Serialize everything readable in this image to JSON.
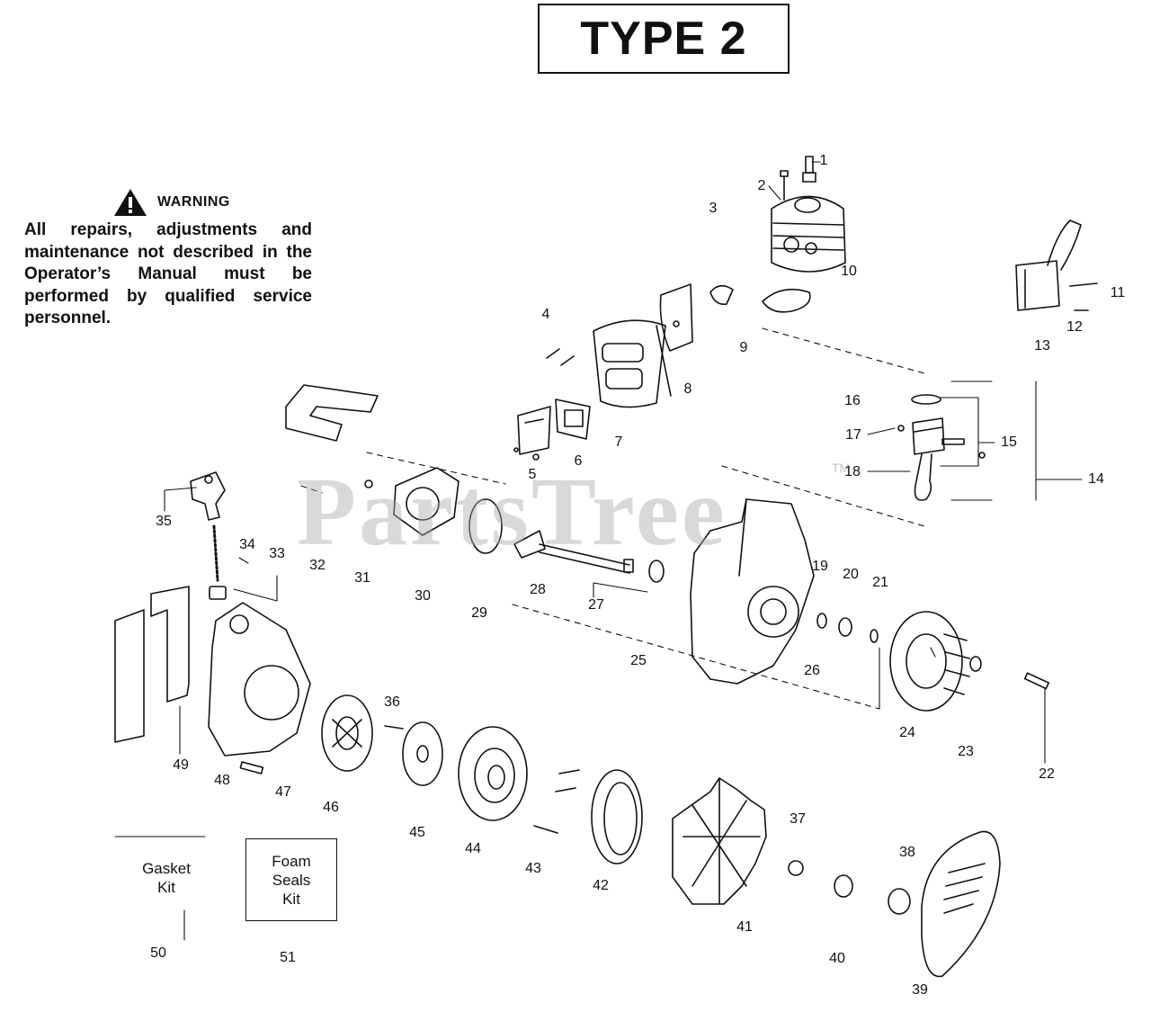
{
  "title": "TYPE 2",
  "warning": {
    "heading": "WARNING",
    "body": "All repairs, adjustments and maintenance not described in the Operator’s Manual must be performed by qualified service personnel."
  },
  "watermark": "PartsTree",
  "watermark_tm": "TM",
  "callouts": [
    "1",
    "2",
    "3",
    "4",
    "5",
    "6",
    "7",
    "8",
    "9",
    "10",
    "11",
    "12",
    "13",
    "14",
    "15",
    "16",
    "17",
    "18",
    "19",
    "20",
    "21",
    "22",
    "23",
    "24",
    "25",
    "26",
    "27",
    "28",
    "29",
    "30",
    "31",
    "32",
    "33",
    "34",
    "35",
    "36",
    "37",
    "38",
    "39",
    "40",
    "41",
    "42",
    "43",
    "44",
    "45",
    "46",
    "47",
    "48",
    "49",
    "50",
    "51"
  ],
  "kits": {
    "gasket": "Gasket Kit",
    "foam_line1": "Foam",
    "foam_line2": "Seals",
    "foam_line3": "Kit"
  }
}
